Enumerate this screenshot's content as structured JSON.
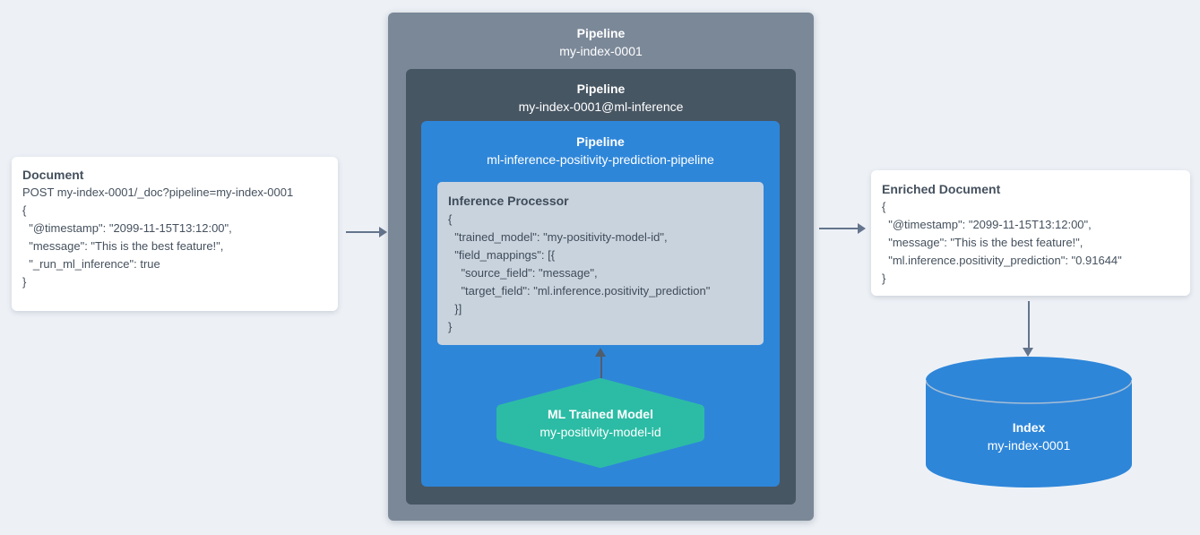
{
  "colors": {
    "page_bg": "#edf1f6",
    "outer_pipeline_box": "#7b8898",
    "inner_pipeline_box": "#475663",
    "ml_pipeline_box": "#2e86d9",
    "processor_box": "#c9d3de",
    "model_hexagon": "#2cbca5",
    "index_cylinder": "#2e86d9",
    "arrow": "#64748c",
    "card_text": "#45515e"
  },
  "document_card": {
    "title": "Document",
    "lines": [
      "POST my-index-0001/_doc?pipeline=my-index-0001",
      "{",
      "  \"@timestamp\": \"2099-11-15T13:12:00\",",
      "  \"message\": \"This is the best feature!\",",
      "  \"_run_ml_inference\": true",
      "}"
    ]
  },
  "outer_pipeline": {
    "title": "Pipeline",
    "name": "my-index-0001"
  },
  "inner_pipeline": {
    "title": "Pipeline",
    "name": "my-index-0001@ml-inference"
  },
  "ml_pipeline": {
    "title": "Pipeline",
    "name": "ml-inference-positivity-prediction-pipeline"
  },
  "inference_processor": {
    "title": "Inference Processor",
    "lines": [
      "{",
      "  \"trained_model\": \"my-positivity-model-id\",",
      "  \"field_mappings\": [{",
      "    \"source_field\": \"message\",",
      "    \"target_field\": \"ml.inference.positivity_prediction\"",
      "  }]",
      "}"
    ]
  },
  "trained_model": {
    "title": "ML Trained Model",
    "name": "my-positivity-model-id"
  },
  "enriched_card": {
    "title": "Enriched Document",
    "lines": [
      "{",
      "  \"@timestamp\": \"2099-11-15T13:12:00\",",
      "  \"message\": \"This is the best feature!\",",
      "  \"ml.inference.positivity_prediction\": \"0.91644\"",
      "}"
    ]
  },
  "index": {
    "title": "Index",
    "name": "my-index-0001"
  }
}
